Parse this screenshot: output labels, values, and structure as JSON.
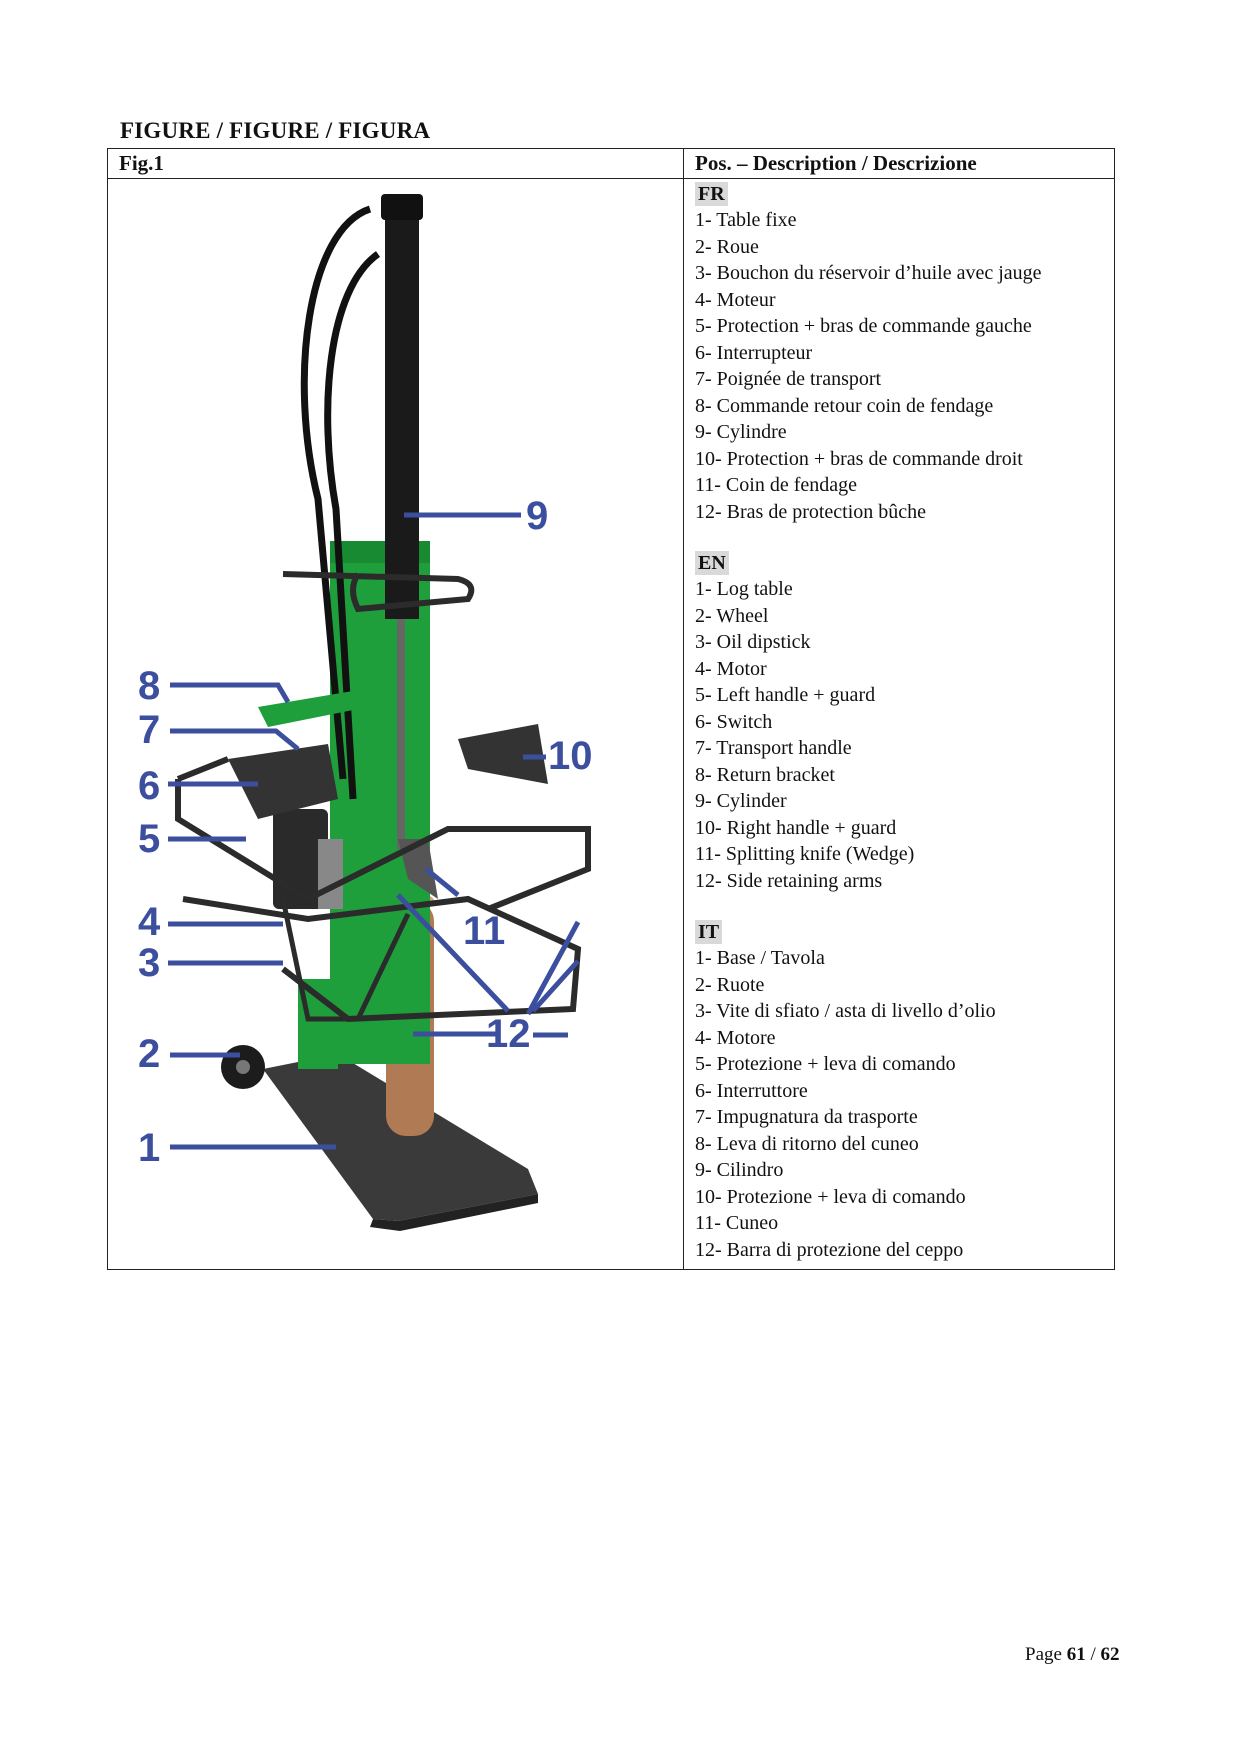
{
  "heading": "FIGURE / FIGURE / FIGURA",
  "table": {
    "fig_label": "Fig.1",
    "desc_header": "Pos. – Description / Descrizione"
  },
  "figure_callouts": [
    "1",
    "2",
    "3",
    "4",
    "5",
    "6",
    "7",
    "8",
    "9",
    "10",
    "11",
    "12"
  ],
  "sections": [
    {
      "lang": "FR",
      "items": [
        "1- Table fixe",
        "2- Roue",
        "3- Bouchon du réservoir d’huile avec jauge",
        "4- Moteur",
        "5- Protection + bras de commande gauche",
        "6- Interrupteur",
        "7- Poignée de transport",
        "8- Commande retour coin de fendage",
        "9- Cylindre",
        "10- Protection + bras de commande droit",
        "11- Coin de fendage",
        "12- Bras de protection bûche"
      ]
    },
    {
      "lang": "EN",
      "items": [
        "1- Log table",
        "2- Wheel",
        "3- Oil dipstick",
        "4- Motor",
        "5- Left handle + guard",
        "6- Switch",
        "7- Transport handle",
        "8- Return bracket",
        "9- Cylinder",
        "10- Right handle + guard",
        "11- Splitting knife (Wedge)",
        "12- Side retaining arms"
      ]
    },
    {
      "lang": "IT",
      "items": [
        "1- Base / Tavola",
        "2- Ruote",
        "3- Vite di sfiato / asta di livello d’olio",
        "4- Motore",
        "5- Protezione + leva di comando",
        "6- Interruttore",
        "7- Impugnatura da trasporte",
        "8- Leva di ritorno del cuneo",
        "9- Cilindro",
        "10- Protezione + leva di comando",
        "11- Cuneo",
        "12- Barra di protezione del ceppo"
      ]
    }
  ],
  "footer": {
    "page_prefix": "Page",
    "page_current": "61",
    "page_sep": "/",
    "page_total": "62"
  },
  "colors": {
    "callout_blue": "#3c4e9e",
    "machine_green": "#1f9e3c",
    "cylinder_black": "#1a1a1a",
    "base_gray": "#3a3a3a",
    "log_brown": "#b07a55"
  }
}
